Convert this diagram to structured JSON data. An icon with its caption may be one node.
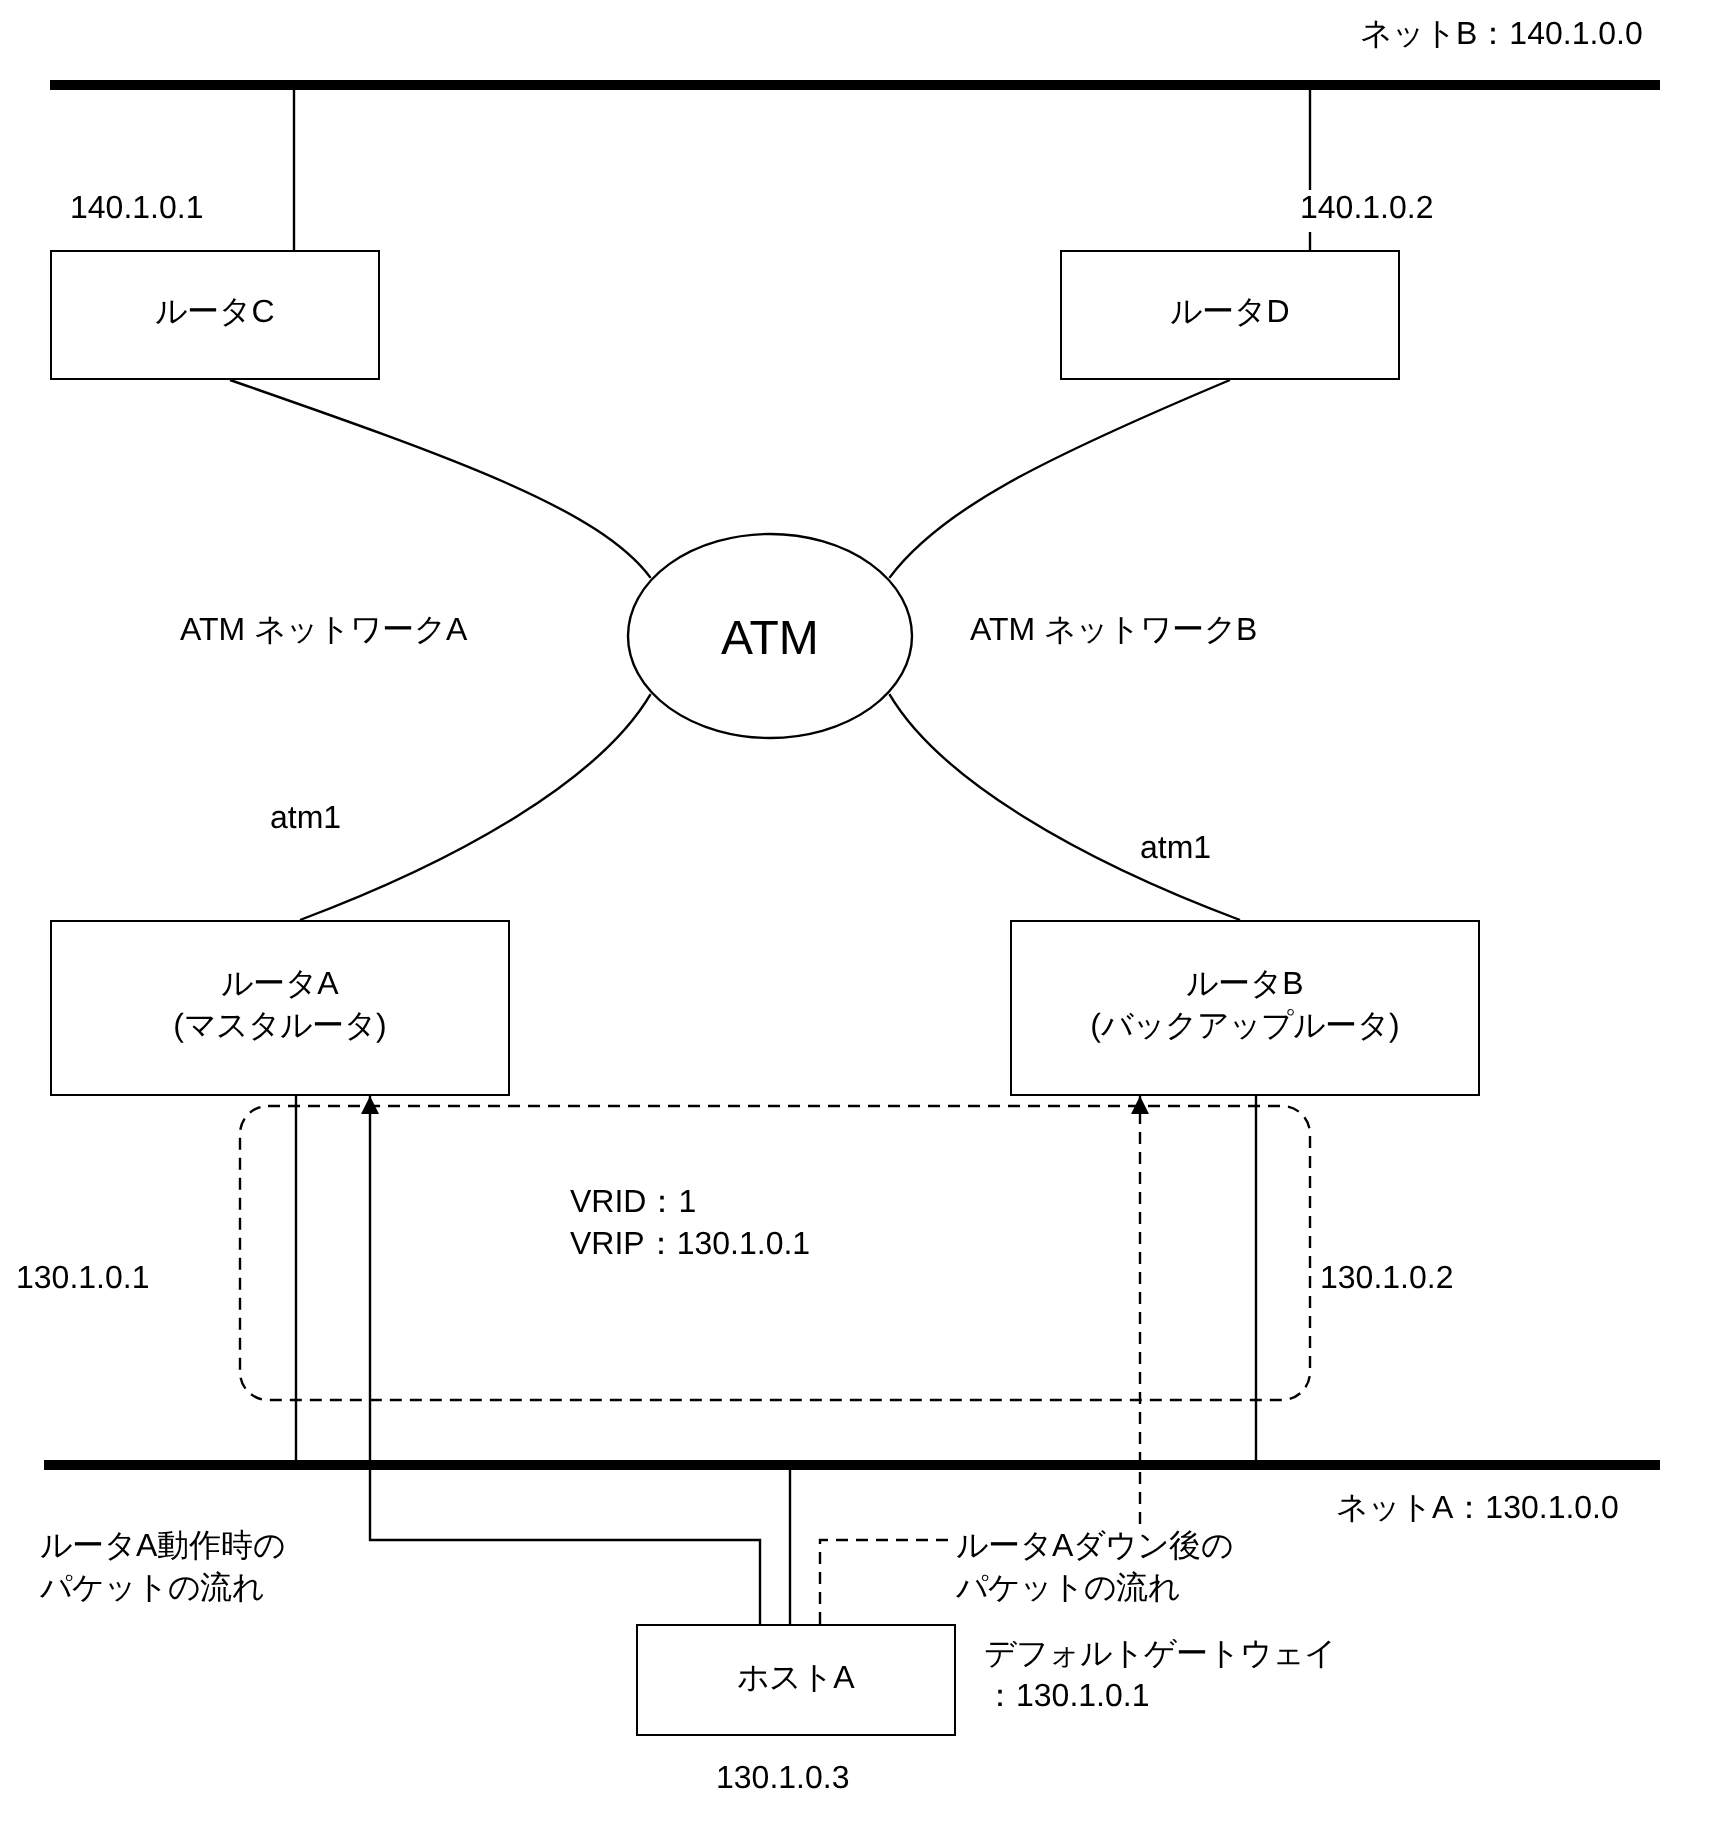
{
  "diagram": {
    "nodes": [
      {
        "text": [],
        "shape": "bar",
        "beside": [
          "ネットB：140.1.0.0"
        ]
      },
      {
        "text": [
          "ルータC"
        ]
      },
      {
        "text": [
          "ルータD"
        ]
      },
      {
        "text": [
          "ATM"
        ]
      },
      {
        "text": [
          "ルータA (マスタルータ)"
        ]
      },
      {
        "text": [
          "ルータB (バックアップルータ)"
        ]
      },
      {
        "text": [],
        "shape": "bar",
        "beside": [
          "ネットA：130.1.0.0"
        ]
      },
      {
        "text": [
          "ホストA"
        ],
        "beside": [
          "デフォルトゲートウェイ：130.1.0.1",
          "130.1.0.3"
        ]
      }
    ],
    "edges": [
      {
        "from": 0,
        "to": 1,
        "arrow": "none",
        "label": "140.1.0.1"
      },
      {
        "from": 0,
        "to": 2,
        "arrow": "none",
        "label": "140.1.0.2"
      },
      {
        "from": 1,
        "to": 3,
        "arrow": "none"
      },
      {
        "from": 2,
        "to": 3,
        "arrow": "none"
      },
      {
        "from": 3,
        "to": 4,
        "arrow": "none",
        "label": "atm1"
      },
      {
        "from": 3,
        "to": 5,
        "arrow": "none",
        "label": "atm1"
      },
      {
        "from": 4,
        "to": 6,
        "arrow": "none",
        "label": "130.1.0.1"
      },
      {
        "from": 5,
        "to": 6,
        "arrow": "none",
        "label": "130.1.0.2"
      },
      {
        "from": 7,
        "to": 6,
        "arrow": "none"
      },
      {
        "from": 7,
        "to": 4,
        "arrow": "to",
        "label": "ルータA動作時のパケットの流れ"
      },
      {
        "from": 7,
        "to": 5,
        "arrow": "to",
        "style": "dashed",
        "label": "ルータAダウン後のパケットの流れ"
      }
    ],
    "labels": [
      "ATM ネットワークA",
      "ATM ネットワークB",
      "VRID：1 VRIP：130.1.0.1"
    ]
  }
}
